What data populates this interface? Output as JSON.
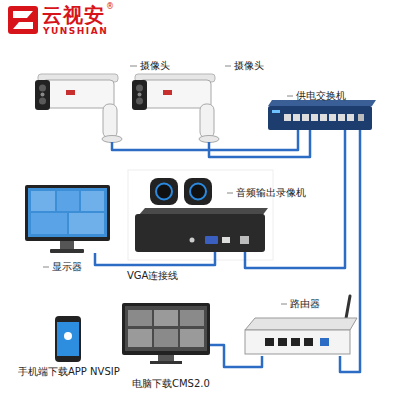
{
  "diagram": {
    "nodes": [
      {
        "text": [
          "摄像头"
        ]
      },
      {
        "text": [
          "摄像头"
        ]
      },
      {
        "text": [
          "供电交换机"
        ]
      },
      {
        "text": [
          "音频输出录像机"
        ]
      },
      {
        "text": [
          "显示器"
        ]
      },
      {
        "text": [
          "路由器"
        ]
      },
      {
        "text": [
          "手机端下载APP NVSIP"
        ]
      },
      {
        "text": [
          "电脑下载CMS2.0"
        ]
      }
    ],
    "edges": [
      {
        "from": 0,
        "to": 2,
        "arrow": "none"
      },
      {
        "from": 1,
        "to": 2,
        "arrow": "none"
      },
      {
        "from": 2,
        "to": 3,
        "arrow": "none"
      },
      {
        "from": 3,
        "to": 4,
        "label": "VGA连接线",
        "arrow": "none"
      },
      {
        "from": 2,
        "to": 5,
        "arrow": "none"
      },
      {
        "from": 5,
        "to": 7,
        "arrow": "none"
      }
    ],
    "labels": [
      "云视安",
      "YUNSHIAN",
      "®"
    ]
  }
}
